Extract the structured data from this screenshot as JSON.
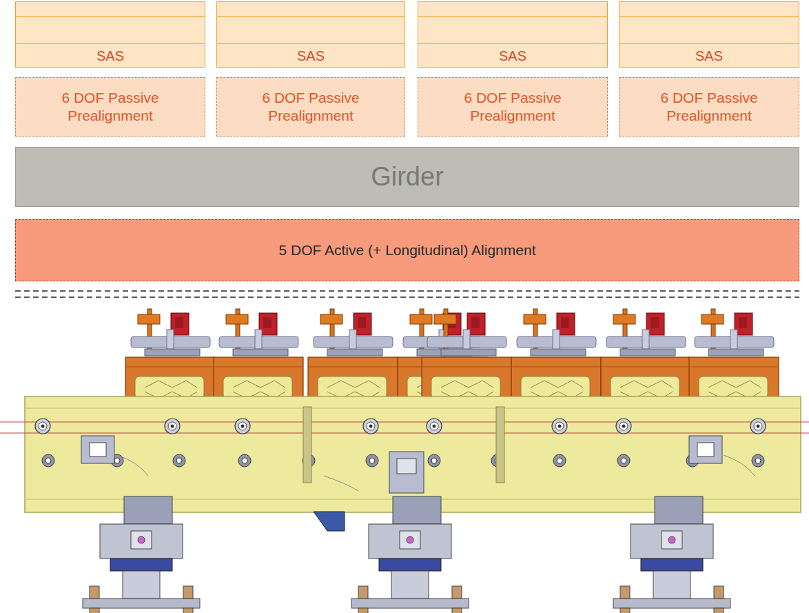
{
  "diagram": {
    "nodes": [
      {
        "text": [
          "SAS"
        ]
      },
      {
        "text": [
          "SAS"
        ]
      },
      {
        "text": [
          "SAS"
        ]
      },
      {
        "text": [
          "SAS"
        ]
      },
      {
        "text": [
          "6 DOF Passive Prealignment"
        ]
      },
      {
        "text": [
          "6 DOF Passive Prealignment"
        ]
      },
      {
        "text": [
          "6 DOF Passive Prealignment"
        ]
      },
      {
        "text": [
          "6 DOF Passive Prealignment"
        ]
      },
      {
        "text": [
          "Girder"
        ]
      },
      {
        "text": [
          "5 DOF Active (+ Longitudinal) Alignment"
        ]
      }
    ]
  }
}
